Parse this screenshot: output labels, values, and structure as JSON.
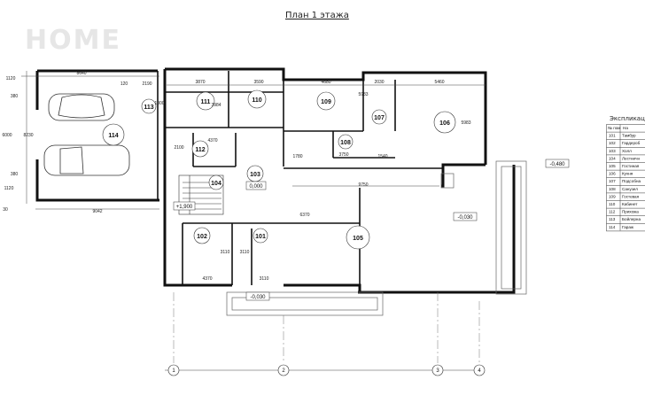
{
  "title": "План 1 этажа",
  "watermark": {
    "brand": "HOME",
    "sub": "HOME"
  },
  "legend_title": "Экспликация",
  "legend_header": [
    "№ пом",
    "На"
  ],
  "legend_rows": [
    {
      "num": "101",
      "name": "Тамбур"
    },
    {
      "num": "102",
      "name": "Гардероб"
    },
    {
      "num": "103",
      "name": "Холл"
    },
    {
      "num": "104",
      "name": "Лестничн"
    },
    {
      "num": "105",
      "name": "Гостиная"
    },
    {
      "num": "106",
      "name": "Кухня"
    },
    {
      "num": "107",
      "name": "Подсобна"
    },
    {
      "num": "108",
      "name": "Санузел"
    },
    {
      "num": "109",
      "name": "Гостевая"
    },
    {
      "num": "110",
      "name": "Кабинет"
    },
    {
      "num": "112",
      "name": "Прихожа"
    },
    {
      "num": "113",
      "name": "Бойлерна"
    },
    {
      "num": "114",
      "name": "Гараж"
    }
  ],
  "rooms": [
    "111",
    "110",
    "109",
    "107",
    "106",
    "113",
    "114",
    "112",
    "108",
    "103",
    "104",
    "105",
    "102",
    "101"
  ],
  "dims": {
    "d8640": "8640",
    "d120": "120",
    "d2190": "2190",
    "d3870": "3870",
    "d3590": "3590",
    "d4680": "4680",
    "d2030": "2030",
    "d5460": "5460",
    "d1120a": "1120",
    "d380a": "380",
    "d6000": "6000",
    "d8230": "8230",
    "d380b": "380",
    "d1120b": "1120",
    "d30": "30",
    "d9042": "9042",
    "d4370a": "4370",
    "d3750": "3750",
    "d1780": "1780",
    "d1540": "1540",
    "d9750": "9750",
    "d4370b": "4370",
    "d3110": "3110",
    "d5983": "5983",
    "d5983b": "5983",
    "d3984": "3984",
    "d6370": "6370",
    "d2100": "2100",
    "d1000": "1000",
    "d3110b": "3110",
    "d3110c": "3110"
  },
  "levels": {
    "l000": "0,000",
    "l480": "-0,480",
    "l030a": "-0,030",
    "l030b": "-0,030",
    "l900": "+1,900"
  },
  "axes": [
    "1",
    "2",
    "3",
    "4"
  ]
}
